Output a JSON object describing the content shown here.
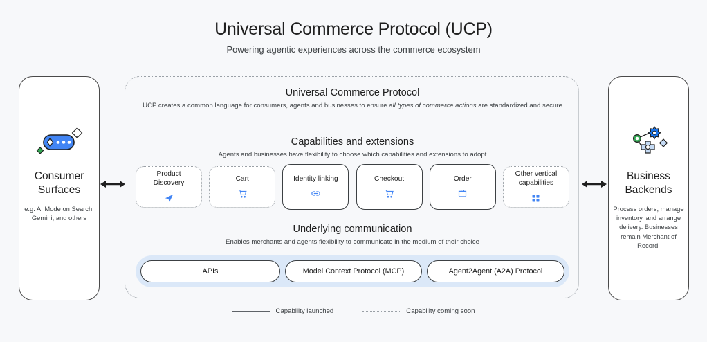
{
  "header": {
    "title": "Universal Commerce Protocol (UCP)",
    "subtitle": "Powering agentic experiences across the commerce ecosystem"
  },
  "left_panel": {
    "icon": "chat-pill-sparkle-icon",
    "heading": "Consumer\nSurfaces",
    "heading_line1": "Consumer",
    "heading_line2": "Surfaces",
    "description": "e.g. AI Mode on Search, Gemini, and others"
  },
  "right_panel": {
    "icon": "gears-sparkle-icon",
    "heading_line1": "Business",
    "heading_line2": "Backends",
    "description": "Process orders, manage inventory, and arrange delivery. Businesses remain Merchant of Record."
  },
  "arrows": {
    "left": "bidirectional-arrow",
    "right": "bidirectional-arrow"
  },
  "ucp": {
    "section_title": "Universal Commerce Protocol",
    "section_sub_part1": "UCP creates a common language for consumers, agents and businesses to ensure ",
    "section_sub_em": "all types of commerce actions",
    "section_sub_part2": " are standardized and secure",
    "capabilities": {
      "title": "Capabilities and extensions",
      "subtitle": "Agents and businesses have flexibility to choose which capabilities and extensions to adopt",
      "items": [
        {
          "label": "Product Discovery",
          "label_line1": "Product",
          "label_line2": "Discovery",
          "icon": "send-explore-icon",
          "status": "coming-soon",
          "border": "dotted"
        },
        {
          "label": "Cart",
          "label_line1": "Cart",
          "label_line2": "",
          "icon": "shopping-cart-icon",
          "status": "coming-soon",
          "border": "dotted"
        },
        {
          "label": "Identity linking",
          "label_line1": "Identity linking",
          "label_line2": "",
          "icon": "link-icon",
          "status": "launched",
          "border": "solid"
        },
        {
          "label": "Checkout",
          "label_line1": "Checkout",
          "label_line2": "",
          "icon": "cart-checkout-icon",
          "status": "launched",
          "border": "solid"
        },
        {
          "label": "Order",
          "label_line1": "Order",
          "label_line2": "",
          "icon": "order-box-icon",
          "status": "launched",
          "border": "solid"
        },
        {
          "label": "Other vertical capabilities",
          "label_line1": "Other vertical",
          "label_line2": "capabilities",
          "icon": "grid-dots-icon",
          "status": "coming-soon",
          "border": "dotted"
        }
      ]
    },
    "communication": {
      "title": "Underlying communication",
      "subtitle": "Enables merchants and agents flexibility to communicate in the medium of their choice",
      "protocols": [
        {
          "label": "APIs"
        },
        {
          "label": "Model Context Protocol (MCP)"
        },
        {
          "label": "Agent2Agent (A2A) Protocol"
        }
      ]
    }
  },
  "legend": {
    "items": [
      {
        "style": "solid",
        "label": "Capability launched"
      },
      {
        "style": "dotted",
        "label": "Capability coming soon"
      }
    ]
  },
  "colors": {
    "background": "#f7f8fa",
    "accent_blue": "#4285f4",
    "band_blue": "#dbe8f8",
    "green": "#34a853",
    "outline": "#3c4043",
    "dotted_gray": "#9aa0a6"
  }
}
